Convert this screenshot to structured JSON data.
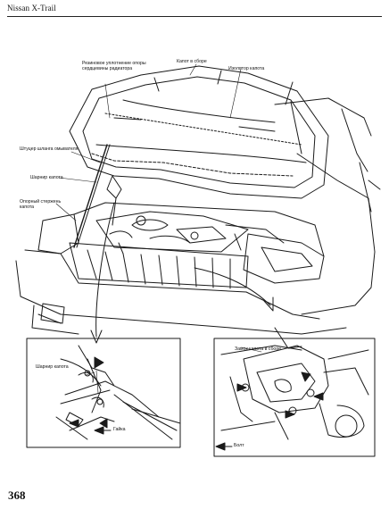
{
  "header": {
    "title": "Nissan X-Trail"
  },
  "figure": {
    "callouts": {
      "radiator_seal": "Резиновое уплотнение опоры\nсердцевины радиатора",
      "hood_assembly": "Капот в сборе",
      "hood_insulator": "Изолятор капота",
      "washer_hose_clip": "Штуцер шланга омывателя",
      "hood_hinge": "Шарнир капота",
      "hood_stay": "Опорный стержень\nкапота",
      "inset_hinge": "Шарнир капота",
      "nut": "Гайка",
      "lock_assembly": "Замок капота в сборе",
      "bolt": "Болт"
    }
  },
  "footer": {
    "page_number": "368"
  }
}
